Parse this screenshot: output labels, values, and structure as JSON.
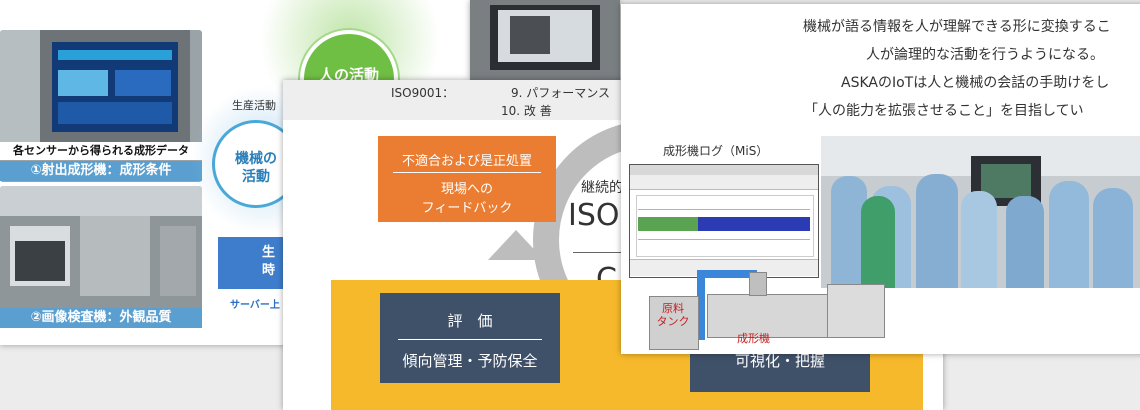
{
  "slide1": {
    "photo1_caption_white": "各センサーから得られる成形データ",
    "photo1_caption_blue": "①射出成形機：成形条件",
    "photo2_caption_blue": "②画像検査機：外観品質",
    "section_label": "生産活動",
    "machine_circle": "機械の\n活動",
    "human_circle": "人の活動",
    "blue_box_text": "生\n時",
    "server_text": "サーバー上"
  },
  "slide2": {
    "iso_line1_left": "ISO9001：",
    "iso_line1_right": "9. パフォーマンス",
    "iso_line2": "10. 改 善",
    "orange_title": "不適合および是正処置",
    "orange_body": "現場への\nフィードバック",
    "center_small": "継続的",
    "center_big": "ISO:",
    "center_c": "C",
    "navy_title": "評　価",
    "navy_body": "傾向管理・予防保全",
    "navy2_body": "可視化・把握"
  },
  "slide3": {
    "text_lines": [
      "機械が語る情報を人が理解できる形に変換するこ",
      "人が論理的な活動を行うようになる。",
      "ASKAのIoTは人と機械の会話の手助けをし",
      "「人の能力を拡張させること」を目指してい"
    ],
    "log_title": "成形機ログ（MiS）",
    "tank_label": "原料\nタンク",
    "machine_label": "成形機"
  },
  "colors": {
    "orange": "#ea7d32",
    "navy": "#3f5069",
    "yellow": "#f6b92b",
    "blue_caption": "#5a9fd0",
    "green_circle": "#7bc043"
  }
}
